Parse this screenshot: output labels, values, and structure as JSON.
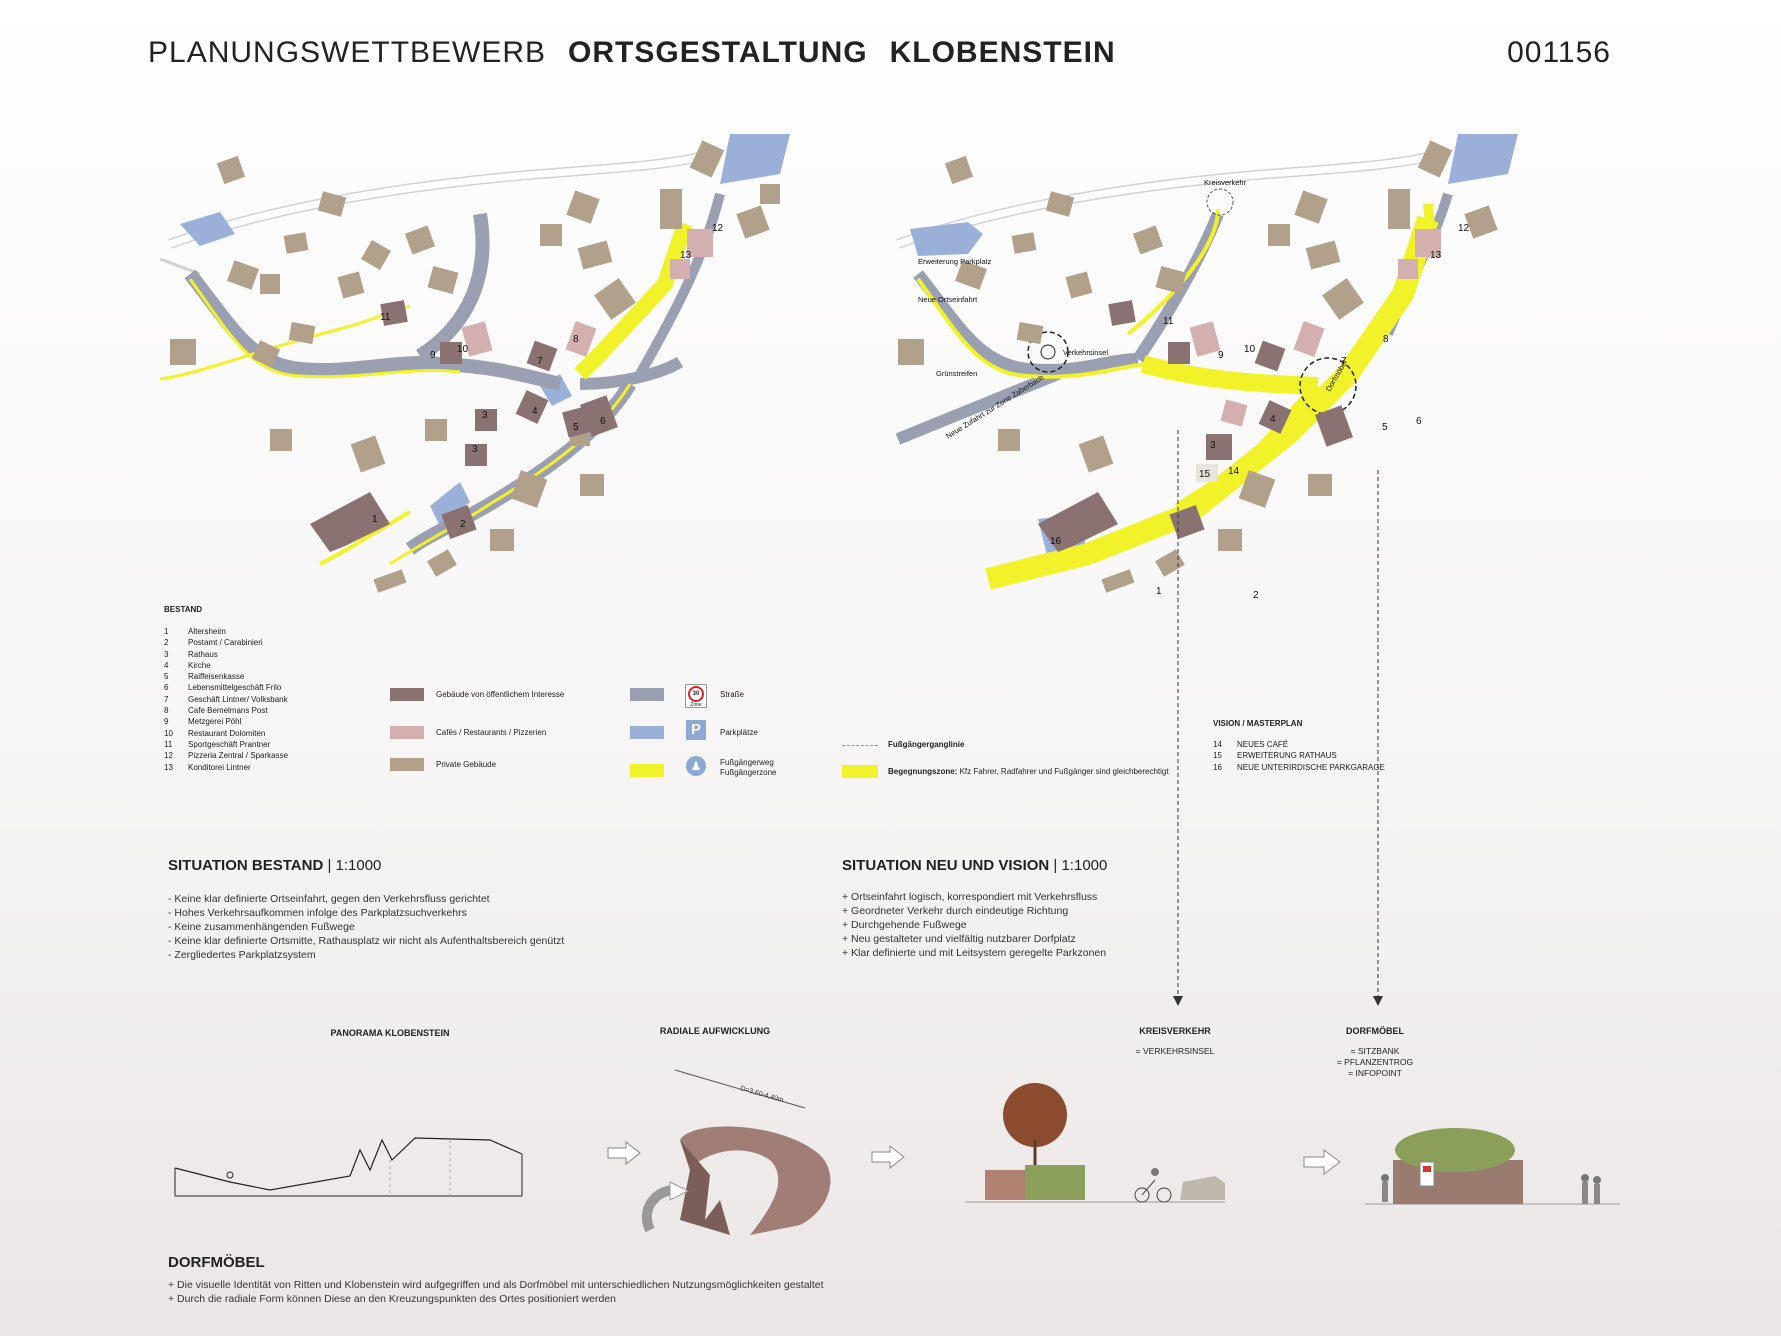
{
  "header": {
    "competition": "PLANUNGSWETTBEWERB",
    "title_a": "ORTSGESTALTUNG",
    "title_b": "KLOBENSTEIN",
    "code": "001156"
  },
  "legend": {
    "bestand_title": "BESTAND",
    "items": [
      {
        "n": "1",
        "label": "Altersheim"
      },
      {
        "n": "2",
        "label": "Postamt / Carabinieri"
      },
      {
        "n": "3",
        "label": "Rathaus"
      },
      {
        "n": "4",
        "label": "Kirche"
      },
      {
        "n": "5",
        "label": "Raiffeisenkasse"
      },
      {
        "n": "6",
        "label": "Lebensmittelgeschäft Frilo"
      },
      {
        "n": "7",
        "label": "Geschäft Lintner/ Volksbank"
      },
      {
        "n": "8",
        "label": "Cafe Bemelmans Post"
      },
      {
        "n": "9",
        "label": "Metzgerei Pöhl"
      },
      {
        "n": "10",
        "label": "Restaurant Dolomiten"
      },
      {
        "n": "11",
        "label": "Sportgeschäft Prantner"
      },
      {
        "n": "12",
        "label": "Pizzeria Zentral / Sparkasse"
      },
      {
        "n": "13",
        "label": "Konditorei Lintner"
      }
    ],
    "public": "Gebäude von öffentlichem Interesse",
    "cafes": "Cafés / Restaurants / Pizzerien",
    "private": "Private Gebäude",
    "street": "Straße",
    "parking": "Parkplätze",
    "ped_1": "Fußgängerweg",
    "ped_2": "Fußgängerzone",
    "zone_sign": "30",
    "zone_word": "Zone",
    "p_sign": "P",
    "walkline": "Fußgängerganglinie",
    "meeting_b": "Begegnungszone:",
    "meeting_t": " Kfz Fahrer, Radfahrer und Fußgänger sind gleichberechtigt",
    "vision_title": "VISION / MASTERPLAN",
    "vision_items": [
      {
        "n": "14",
        "label": "NEUES CAFÉ"
      },
      {
        "n": "15",
        "label": "ERWEITERUNG RATHAUS"
      },
      {
        "n": "16",
        "label": "NEUE UNTERIRDISCHE PARKGARAGE"
      }
    ],
    "colors": {
      "public": "#8a7272",
      "cafe": "#d4afaf",
      "private": "#b1a18b",
      "street": "#9aa0b1",
      "parking": "#9ab0d9",
      "ped": "#f2f22a"
    }
  },
  "map_labels": {
    "kreisverkehr": "Kreisverkehr",
    "erweiterung": "Erweiterung Parkplatz",
    "ortseinfahrt": "Neue Ortseinfahrt",
    "gruen": "Grünstreifen",
    "insel": "Verkehrsinsel",
    "dorf": "Dorfmöbel",
    "zufahrt": "Neue Zufahrt zur Zone Zaberbach"
  },
  "sections": {
    "bestand": {
      "title": "SITUATION BESTAND",
      "scale": " | 1:1000",
      "bullets": [
        "- Keine klar definierte Ortseinfahrt, gegen den Verkehrsfluss gerichtet",
        "- Hohes Verkehrsaufkommen infolge des Parkplatzsuchverkehrs",
        "- Keine zusammenhängenden Fußwege",
        "- Keine klar definierte Ortsmitte, Rathausplatz wir nicht als Aufenthaltsbereich genützt",
        "- Zergliedertes Parkplatzsystem"
      ]
    },
    "neu": {
      "title": "SITUATION NEU UND VISION",
      "scale": " | 1:1000",
      "bullets": [
        "+ Ortseinfahrt logisch, korrespondiert mit Verkehrsfluss",
        "+ Geordneter Verkehr durch eindeutige Richtung",
        "+ Durchgehende Fußwege",
        "+ Neu gestalteter und vielfältig nutzbarer Dorfplatz",
        "+ Klar definierte und mit Leitsystem geregelte Parkzonen"
      ]
    }
  },
  "captions": {
    "panorama": "PANORAMA KLOBENSTEIN",
    "radial": "RADIALE AUFWICKLUNG",
    "dim": "D=3,60-4,40m",
    "kreis": "KREISVERKEHR",
    "kreis_sub": "= VERKEHRSINSEL",
    "dorfm": "DORFMÖBEL",
    "dorfm_sub": [
      "= SITZBANK",
      "= PFLANZENTROG",
      "= INFOPOINT"
    ]
  },
  "dorfmoebel": {
    "title": "DORFMÖBEL",
    "bullets": [
      "+ Die visuelle Identität von Ritten und Klobenstein wird aufgegriffen und als Dorfmöbel mit unterschiedlichen Nutzungsmöglichkeiten gestaltet",
      "+ Durch die radiale Form können Diese an den Kreuzungspunkten des Ortes positioniert werden"
    ]
  }
}
